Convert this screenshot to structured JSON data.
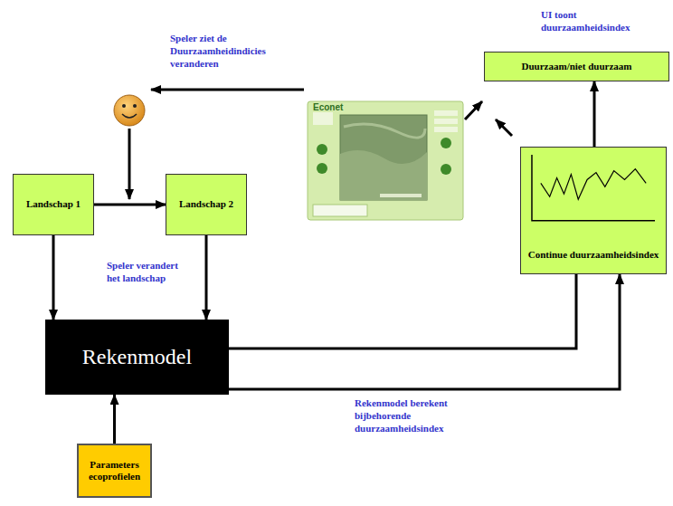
{
  "diagram": {
    "nodes": [
      {
        "text": [
          "Landschap 1"
        ]
      },
      {
        "text": [
          "Landschap 2"
        ]
      },
      {
        "text": [
          "Rekenmodel"
        ]
      },
      {
        "text": [
          "Parameters ecoprofielen"
        ]
      },
      {
        "text": [
          "Duurzaam/niet duurzaam"
        ]
      },
      {
        "text": [
          "Continue duurzaamheidsindex"
        ]
      }
    ],
    "edges": [
      {
        "from": 0,
        "to": 1,
        "arrow": "to"
      },
      {
        "from": 0,
        "to": 2,
        "arrow": "to"
      },
      {
        "from": 1,
        "to": 2,
        "arrow": "to"
      },
      {
        "from": 3,
        "to": 2,
        "arrow": "to"
      },
      {
        "from": 2,
        "to": 5,
        "arrow": "none"
      },
      {
        "from": 2,
        "to": 5,
        "label": "Rekenmodel berekent bijbehorende duurzaamheidsindex",
        "arrow": "to"
      },
      {
        "from": 5,
        "to": 4,
        "arrow": "to"
      }
    ],
    "labels": [
      "Speler ziet de Duurzaamheidindicies veranderen",
      "UI toont duurzaamheidsindex",
      "Speler verandert het landschap",
      "Econet"
    ]
  }
}
